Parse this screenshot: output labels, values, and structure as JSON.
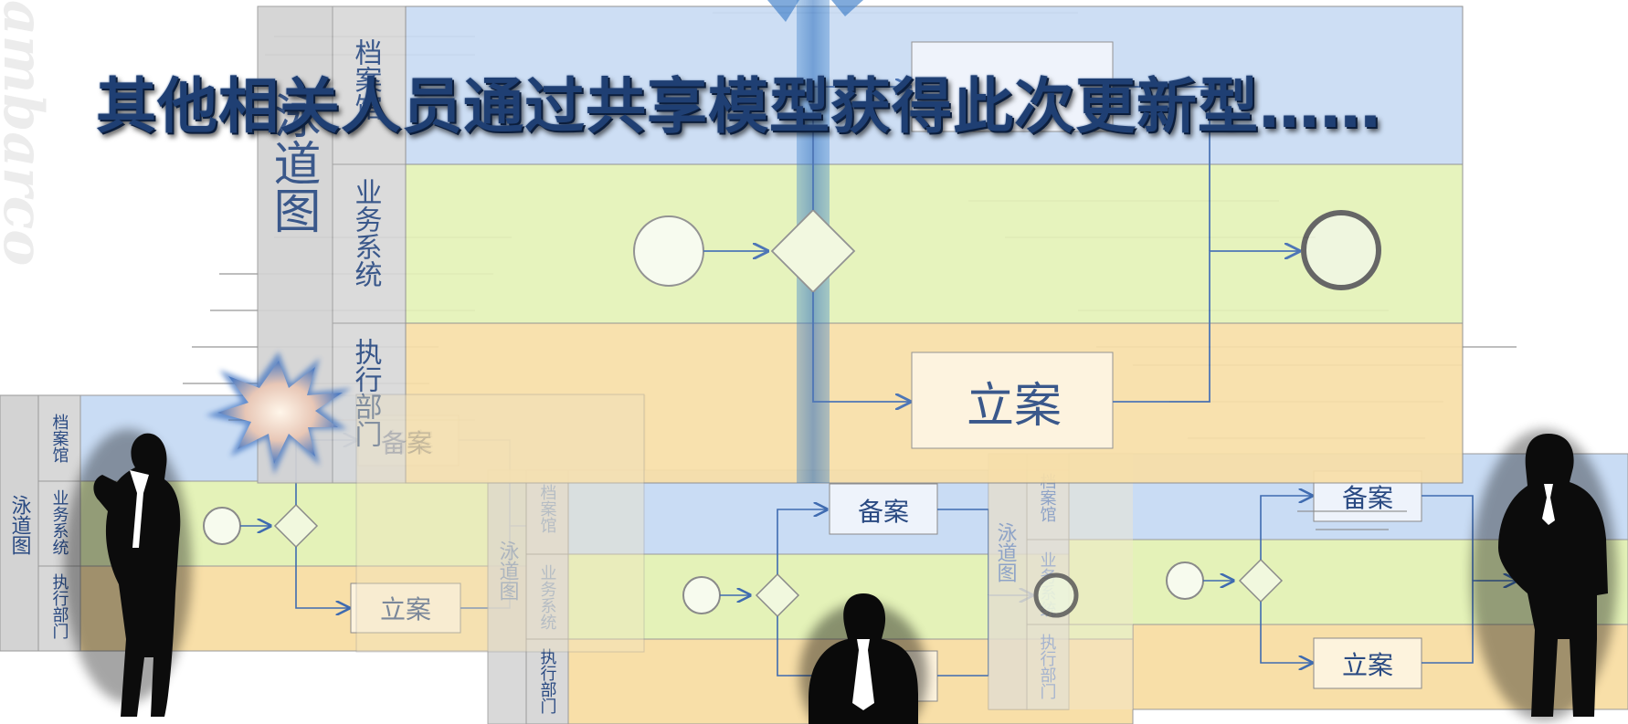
{
  "caption": "其他相关人员通过共享模型获得此次更新型……",
  "watermark": "ambarco",
  "diagram_title": "泳道图",
  "lanes": {
    "archive": "档案馆",
    "business": "业务系统",
    "execution": "执行部门"
  },
  "tasks": {
    "record": "备案",
    "filing": "立案"
  },
  "colors": {
    "lane_blue": "#c9dcf4",
    "lane_green": "#e4f2b8",
    "lane_orange": "#f8dfa8",
    "header_gray": "#d3d3d3",
    "accent_blue": "#2f5d9e",
    "text_blue": "#2a4a82"
  }
}
